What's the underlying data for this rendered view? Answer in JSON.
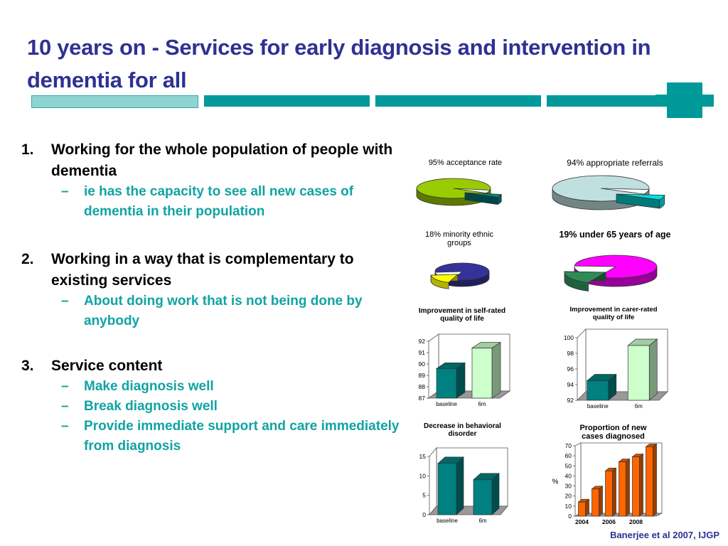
{
  "title": "10 years on - Services for early diagnosis and intervention in dementia for all",
  "list": [
    {
      "num": "1.",
      "text": "Working for the whole population of people with dementia",
      "subs": [
        "ie has the capacity to see all new cases of dementia in their population"
      ]
    },
    {
      "num": "2.",
      "text": "Working in a way that is complementary to existing services",
      "subs": [
        "About doing work that is not being done by anybody"
      ]
    },
    {
      "num": "3.",
      "text": "Service content",
      "subs": [
        "Make diagnosis well",
        "Break diagnosis well",
        "Provide immediate support and care immediately from diagnosis"
      ]
    }
  ],
  "dash": "–",
  "colors": {
    "title": "#2e3192",
    "teal": "#009999",
    "sub": "#11a3a3"
  },
  "citation": "Banerjee et al 2007, IJGP",
  "chart_data": [
    {
      "type": "pie",
      "title": "95% acceptance rate",
      "values": [
        95,
        5
      ],
      "colors": [
        "#99cc00",
        "#008080"
      ]
    },
    {
      "type": "pie",
      "title": "94% appropriate referrals",
      "values": [
        94,
        6
      ],
      "colors": [
        "#c0e0e0",
        "#00e0e0"
      ]
    },
    {
      "type": "pie",
      "title": "18% minority ethnic groups",
      "values": [
        82,
        18
      ],
      "colors": [
        "#333399",
        "#ffff00"
      ]
    },
    {
      "type": "pie",
      "title": "19% under 65 years of age",
      "values": [
        81,
        19
      ],
      "colors": [
        "#ff00ff",
        "#2e8b57"
      ]
    },
    {
      "type": "bar",
      "title": "Improvement in self-rated quality of life",
      "categories": [
        "baseline",
        "6m"
      ],
      "values": [
        89.6,
        91.4
      ],
      "ylim": [
        87,
        92
      ],
      "yticks": [
        "87",
        "88",
        "89",
        "90",
        "91",
        "92"
      ],
      "colors": [
        "#008080",
        "#ccffcc"
      ]
    },
    {
      "type": "bar",
      "title": "Improvement in carer-rated quality of life",
      "categories": [
        "baseline",
        "6m"
      ],
      "values": [
        94.5,
        99.0
      ],
      "ylim": [
        92,
        100
      ],
      "yticks": [
        "92",
        "94",
        "96",
        "98",
        "100"
      ],
      "colors": [
        "#008080",
        "#ccffcc"
      ]
    },
    {
      "type": "bar",
      "title": "Decrease in behavioral disorder",
      "categories": [
        "baseline",
        "6m"
      ],
      "values": [
        13.2,
        9.0
      ],
      "ylim": [
        0,
        15
      ],
      "yticks": [
        "0",
        "5",
        "10",
        "15"
      ],
      "colors": [
        "#008080",
        "#008080"
      ]
    },
    {
      "type": "bar",
      "title": "Proportion of new cases diagnosed",
      "categories": [
        "2004",
        "",
        "2006",
        "",
        "2008",
        ""
      ],
      "values": [
        14,
        27,
        45,
        54,
        59,
        69
      ],
      "ylim": [
        0,
        70
      ],
      "yticks": [
        "0",
        "10",
        "20",
        "30",
        "40",
        "50",
        "60",
        "70"
      ],
      "ylabel": "%",
      "colors": [
        "#ff6600"
      ]
    }
  ]
}
